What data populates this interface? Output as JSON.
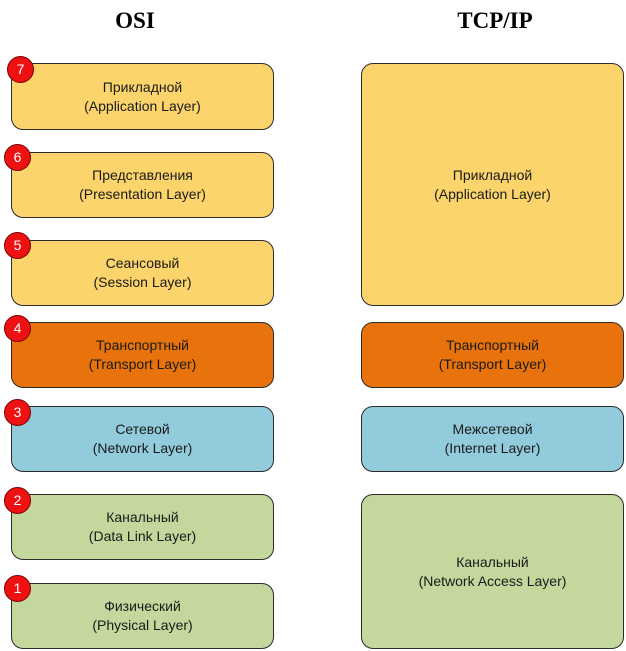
{
  "headings": {
    "osi": "OSI",
    "tcp": "TCP/IP"
  },
  "osi": [
    {
      "num": "7",
      "name": "Прикладной",
      "en": "(Application Layer)"
    },
    {
      "num": "6",
      "name": "Представления",
      "en": "(Presentation Layer)"
    },
    {
      "num": "5",
      "name": "Сеансовый",
      "en": "(Session Layer)"
    },
    {
      "num": "4",
      "name": "Транспортный",
      "en": "(Transport Layer)"
    },
    {
      "num": "3",
      "name": "Сетевой",
      "en": "(Network Layer)"
    },
    {
      "num": "2",
      "name": "Канальный",
      "en": "(Data Link Layer)"
    },
    {
      "num": "1",
      "name": "Физический",
      "en": "(Physical Layer)"
    }
  ],
  "tcp": [
    {
      "name": "Прикладной",
      "en": "(Application Layer)"
    },
    {
      "name": "Транспортный",
      "en": "(Transport Layer)"
    },
    {
      "name": "Межсетевой",
      "en": "(Internet Layer)"
    },
    {
      "name": "Канальный",
      "en": "(Network Access Layer)"
    }
  ],
  "colors": {
    "application": "#fbd46b",
    "transport": "#e8720c",
    "network": "#92ccdc",
    "link": "#c4d79c",
    "badge": "#ee1111"
  }
}
